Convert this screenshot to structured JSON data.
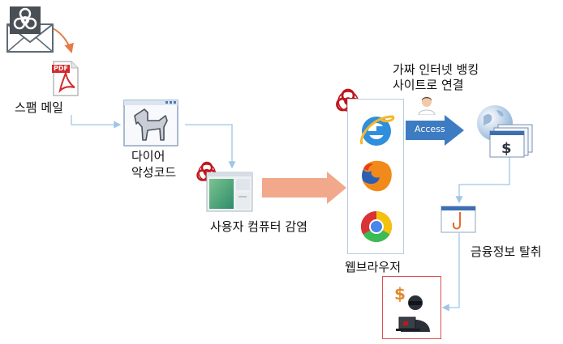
{
  "labels": {
    "spam_mail": "스팸 메일",
    "diamond": "다이어",
    "malicious_code": "악성코드",
    "user_computer_infection": "사용자 컴퓨터 감염",
    "fake_banking_line1": "가짜 인터넷 뱅킹",
    "fake_banking_line2": "사이트로 연결",
    "access": "Access",
    "web_browser": "웹브라우저",
    "financial_info_theft": "금융정보 탈취",
    "pdf_tag": "PDF"
  },
  "icons": [
    "envelope-biohazard-icon",
    "pdf-document-icon",
    "trojan-horse-window-icon",
    "biohazard-icon",
    "infected-computer-window-icon",
    "internet-explorer-icon",
    "firefox-icon",
    "chrome-icon",
    "user-icon",
    "globe-icon",
    "fake-banking-pages-icon",
    "phishing-hook-window-icon",
    "hacker-icon"
  ],
  "colors": {
    "biohazard": "#c0161b",
    "connector": "#9ec6e6",
    "infection_arrow": "#f2a88a",
    "access_arrow": "#3d7cc2",
    "hacker_box_border": "#d9504f"
  }
}
